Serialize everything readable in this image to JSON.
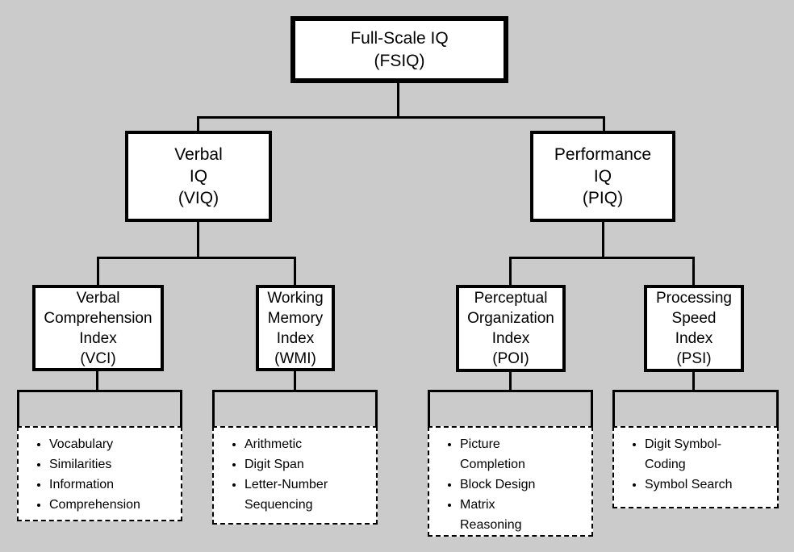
{
  "palette": {
    "background": "#cbcbcb",
    "box_fill": "#ffffff",
    "line": "#000000"
  },
  "nodes": {
    "fsiq": {
      "abbr": "FSIQ",
      "lines": [
        "Full-Scale IQ",
        "(FSIQ)"
      ]
    },
    "viq": {
      "abbr": "VIQ",
      "lines": [
        "Verbal",
        "IQ",
        "(VIQ)"
      ]
    },
    "piq": {
      "abbr": "PIQ",
      "lines": [
        "Performance",
        "IQ",
        "(PIQ)"
      ]
    },
    "vci": {
      "abbr": "VCI",
      "lines": [
        "Verbal",
        "Comprehension",
        "Index",
        "(VCI)"
      ]
    },
    "wmi": {
      "abbr": "WMI",
      "lines": [
        "Working",
        "Memory",
        "Index",
        "(WMI)"
      ]
    },
    "poi": {
      "abbr": "POI",
      "lines": [
        "Perceptual",
        "Organization",
        "Index",
        "(POI)"
      ]
    },
    "psi": {
      "abbr": "PSI",
      "lines": [
        "Processing",
        "Speed",
        "Index",
        "(PSI)"
      ]
    }
  },
  "subtests": {
    "vci": [
      "Vocabulary",
      "Similarities",
      "Information",
      "Comprehension"
    ],
    "wmi": [
      "Arithmetic",
      "Digit Span",
      "Letter-Number\nSequencing"
    ],
    "poi": [
      "Picture\nCompletion",
      "Block Design",
      "Matrix\nReasoning"
    ],
    "psi": [
      "Digit Symbol-\nCoding",
      "Symbol Search"
    ]
  }
}
